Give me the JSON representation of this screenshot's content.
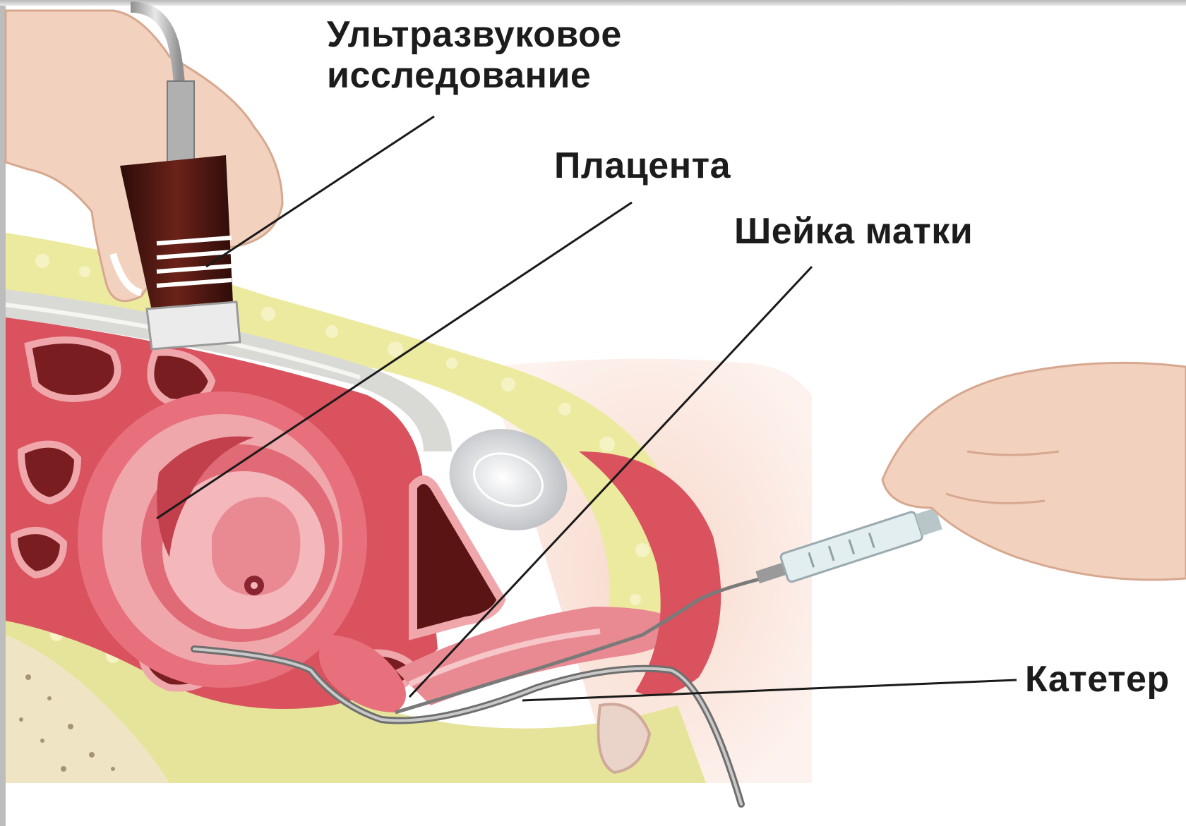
{
  "labels": {
    "ultrasound_line1": "Ультразвуковое",
    "ultrasound_line2": "исследование",
    "placenta": "Плацента",
    "cervix": "Шейка матки",
    "catheter": "Катетер"
  },
  "colors": {
    "tissue_red": "#d9525e",
    "tissue_pink": "#f0a7ac",
    "fat_yellow": "#ece9a4",
    "skin": "#f4c9b8",
    "probe_brown": "#4a1612",
    "leader_line": "#1a1a1a",
    "frame_gray": "#bdbdbd"
  },
  "icons": {
    "probe": "ultrasound-probe-icon",
    "syringe": "syringe-icon",
    "hand": "hand-icon"
  }
}
